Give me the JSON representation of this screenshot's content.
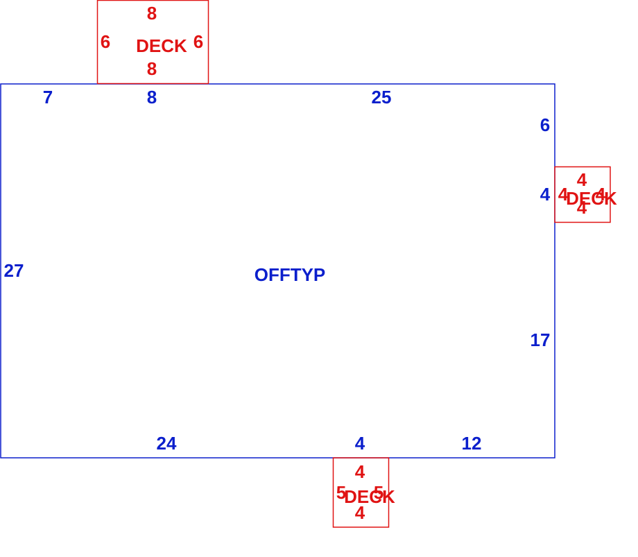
{
  "main_area": {
    "label": "OFFTYP",
    "color": "#0b1fcc",
    "dimensions": [
      "7",
      "8",
      "25",
      "6",
      "4",
      "27",
      "17",
      "24",
      "4",
      "12"
    ]
  },
  "deck_color": "#e01313",
  "decks": [
    {
      "label": "DECK",
      "dimensions": [
        "8",
        "6",
        "6",
        "8"
      ]
    },
    {
      "label": "DECK",
      "dimensions": [
        "4",
        "4",
        "4",
        "4"
      ]
    },
    {
      "label": "DECK",
      "dimensions": [
        "4",
        "5",
        "5",
        "4"
      ]
    }
  ]
}
